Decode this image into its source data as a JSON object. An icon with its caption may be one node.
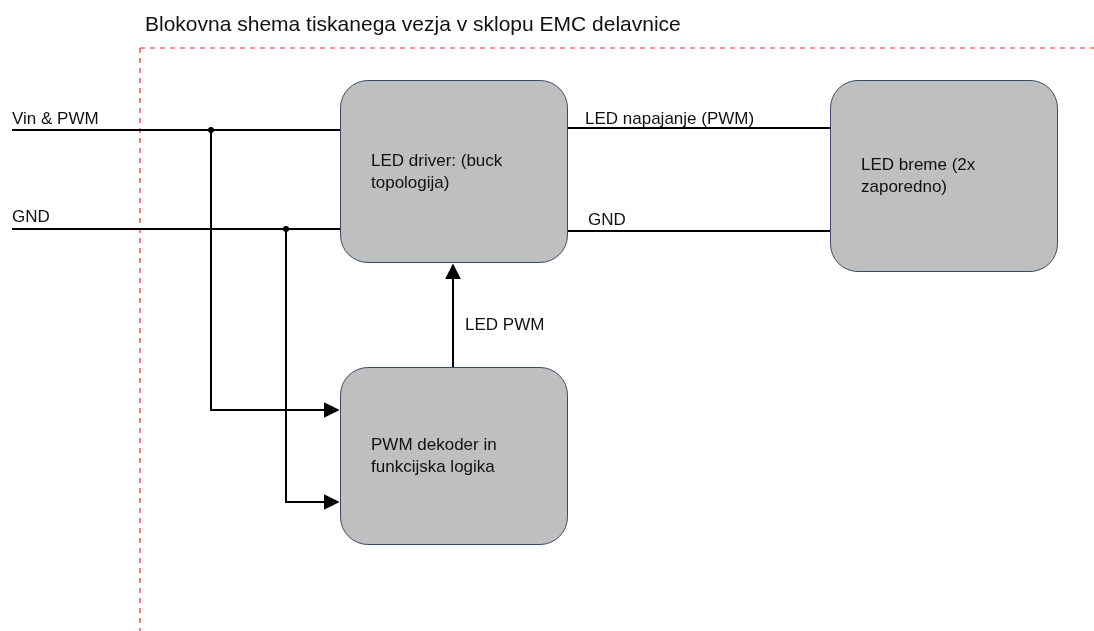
{
  "diagram": {
    "title": "Blokovna shema tiskanega vezja v sklopu EMC delavnice",
    "nodes": [
      {
        "text": [
          "Vin & PWM"
        ]
      },
      {
        "text": [
          "GND"
        ]
      },
      {
        "text": [
          "LED driver: (buck topologija)"
        ]
      },
      {
        "text": [
          "LED breme (2x zaporedno)"
        ]
      },
      {
        "text": [
          "PWM dekoder in funkcijska logika"
        ]
      }
    ],
    "edges": [
      {
        "from": 0,
        "to": 2,
        "arrow": "none"
      },
      {
        "from": 1,
        "to": 2,
        "arrow": "none"
      },
      {
        "from": 2,
        "to": 3,
        "arrow": "none",
        "label": "LED napajanje (PWM)"
      },
      {
        "from": 2,
        "to": 3,
        "arrow": "none",
        "label": "GND"
      },
      {
        "from": 4,
        "to": 2,
        "arrow": "to",
        "label": "LED PWM"
      },
      {
        "from": 0,
        "to": 4,
        "arrow": "to"
      },
      {
        "from": 1,
        "to": 4,
        "arrow": "to"
      }
    ]
  }
}
